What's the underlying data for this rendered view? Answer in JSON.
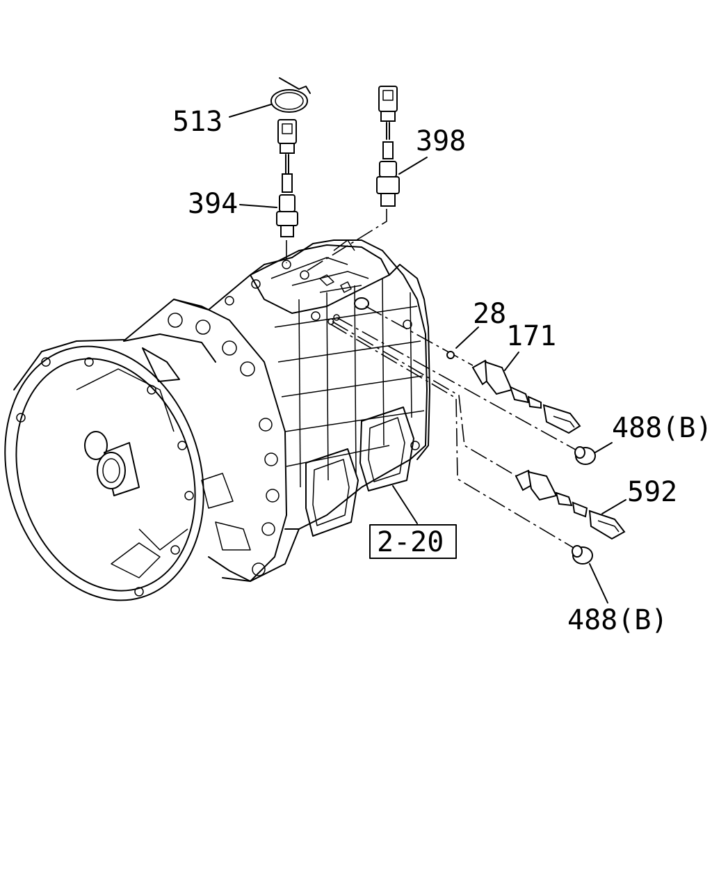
{
  "diagram": {
    "labels": {
      "p513": "513",
      "p398": "398",
      "p394": "394",
      "p28": "28",
      "p171": "171",
      "p488b_upper": "488(B)",
      "p592": "592",
      "p488b_lower": "488(B)",
      "ref_box": "2-20"
    }
  }
}
